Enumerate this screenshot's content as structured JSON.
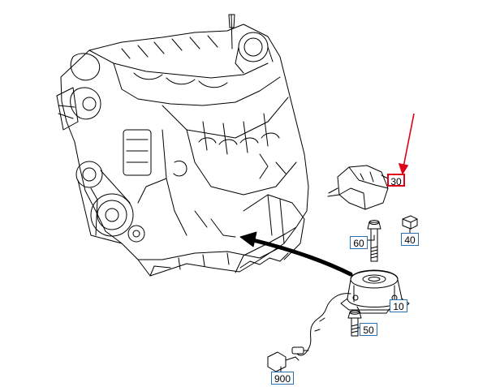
{
  "parts": [
    {
      "id": "p30",
      "label": "30",
      "highlight": true
    },
    {
      "id": "p60",
      "label": "60",
      "highlight": false
    },
    {
      "id": "p40",
      "label": "40",
      "highlight": false
    },
    {
      "id": "p10",
      "label": "10",
      "highlight": false
    },
    {
      "id": "p50",
      "label": "50",
      "highlight": false
    },
    {
      "id": "p900",
      "label": "900",
      "highlight": false
    }
  ],
  "colors": {
    "callout_border": "#2a6fb0",
    "highlight": "#e0001a",
    "line": "#000000"
  }
}
